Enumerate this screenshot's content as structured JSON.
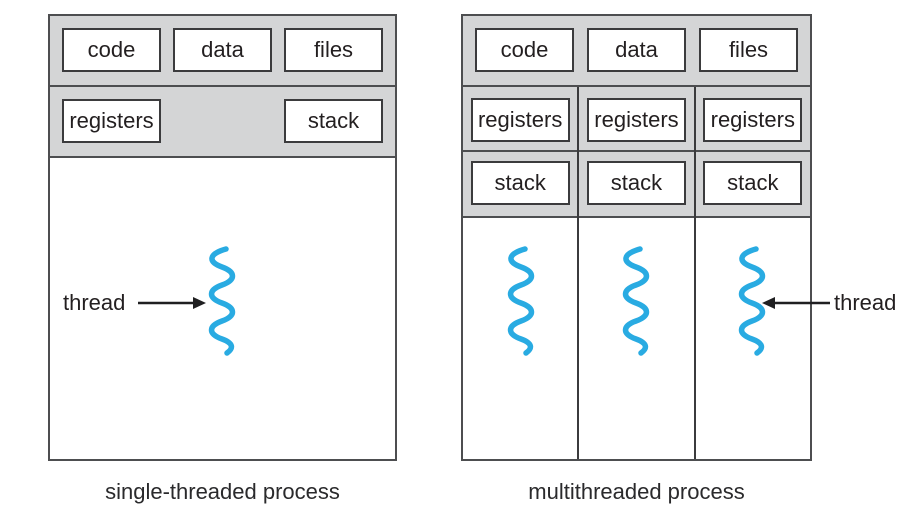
{
  "figure": {
    "left_panel": {
      "caption": "single-threaded process",
      "boxes": {
        "code": "code",
        "data": "data",
        "files": "files",
        "registers": "registers",
        "stack": "stack"
      },
      "thread_label": "thread"
    },
    "right_panel": {
      "caption": "multithreaded process",
      "boxes": {
        "code": "code",
        "data": "data",
        "files": "files"
      },
      "columns": [
        {
          "registers": "registers",
          "stack": "stack"
        },
        {
          "registers": "registers",
          "stack": "stack"
        },
        {
          "registers": "registers",
          "stack": "stack"
        }
      ],
      "thread_label": "thread"
    },
    "colors": {
      "panel_gray": "#d4d5d6",
      "thread_blue": "#29abe2",
      "box_border_dark": "#3b3b3d",
      "outline_gray": "#4d4e50",
      "arrow_black": "#1f1f21",
      "text": "#231f20"
    }
  }
}
